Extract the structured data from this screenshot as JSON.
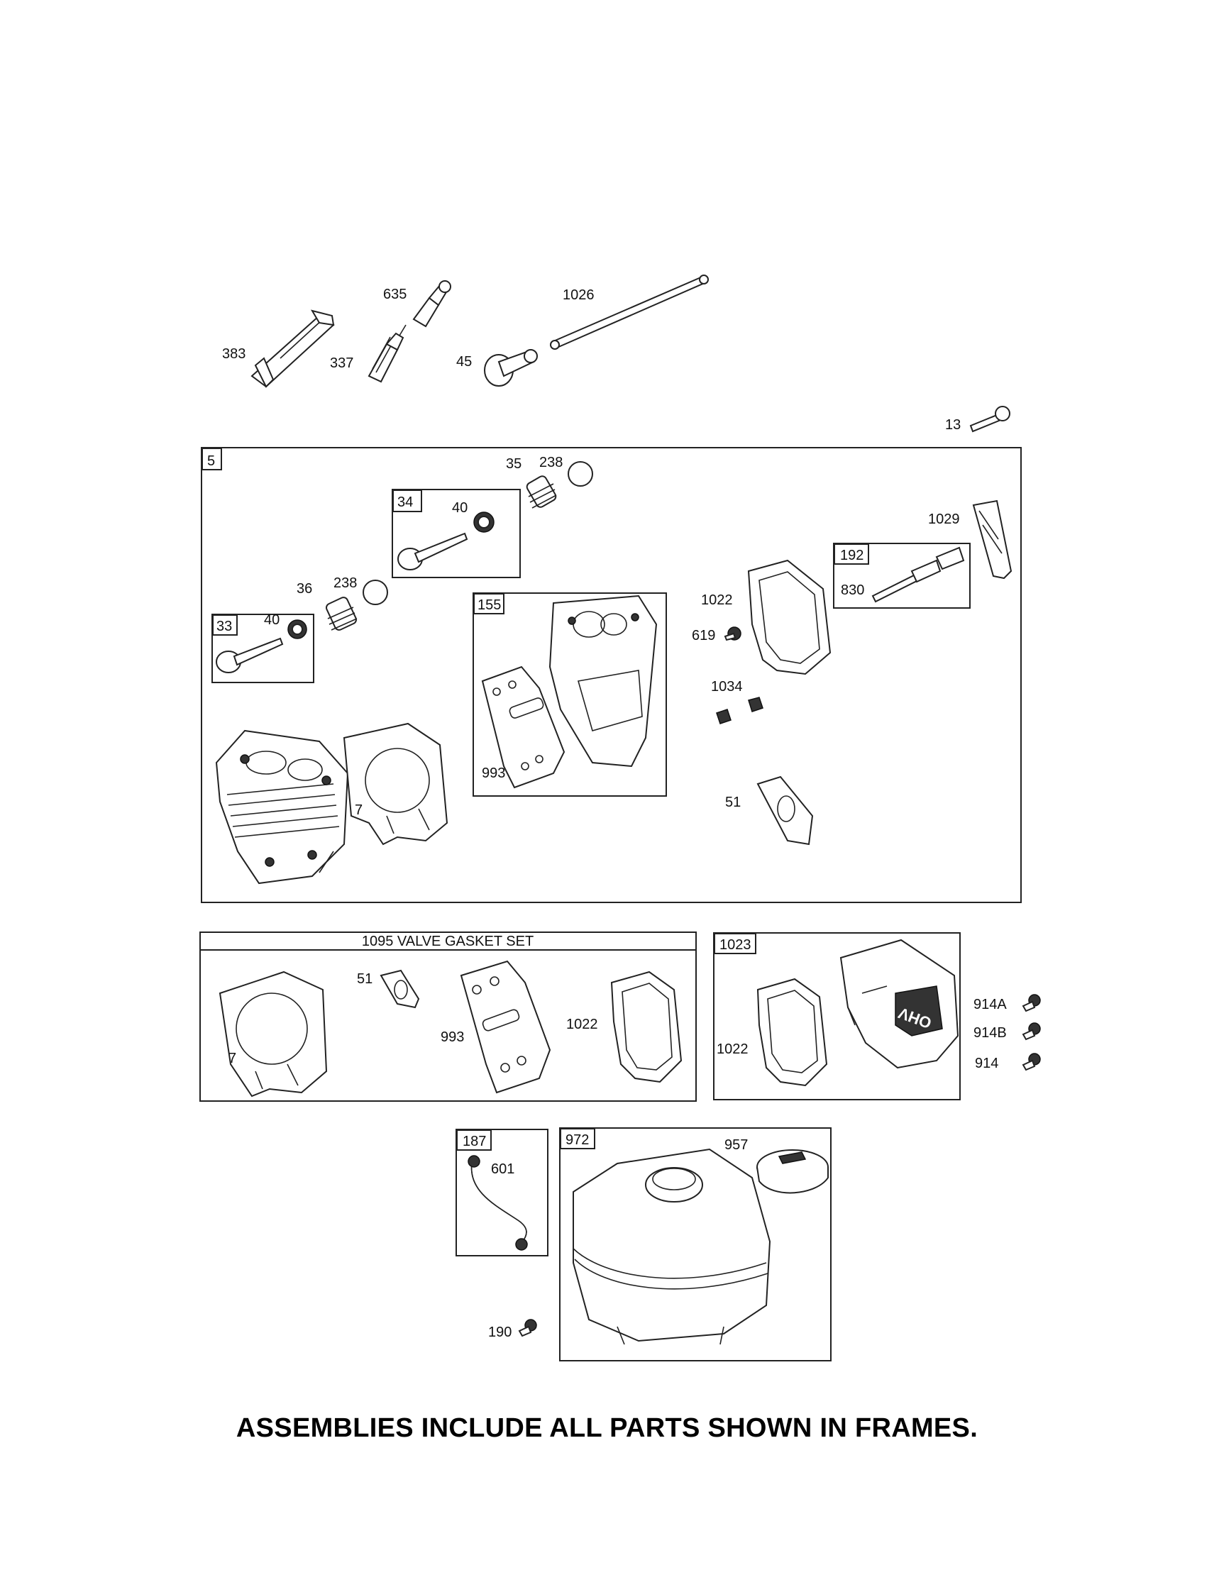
{
  "parts": {
    "p383": "383",
    "p635": "635",
    "p337": "337",
    "p1026": "1026",
    "p45": "45",
    "p13": "13",
    "p35": "35",
    "p238a": "238",
    "p40a": "40",
    "p36": "36",
    "p238b": "238",
    "p40b": "40",
    "p7": "7",
    "p993": "993",
    "p1022a": "1022",
    "p619": "619",
    "p1034": "1034",
    "p51": "51",
    "p1029": "1029",
    "p830": "830",
    "g51": "51",
    "g7": "7",
    "g993": "993",
    "g1022": "1022",
    "c1022": "1022",
    "p914A": "914A",
    "p914B": "914B",
    "p914": "914",
    "p601": "601",
    "p190": "190",
    "p957": "957",
    "cover_emblem": "OHV"
  },
  "frames": {
    "f5": "5",
    "f34": "34",
    "f33": "33",
    "f155": "155",
    "f192": "192",
    "f1023": "1023",
    "f187": "187",
    "f972": "972",
    "f1095_title": "1095 VALVE GASKET SET"
  },
  "footer": "ASSEMBLIES INCLUDE ALL PARTS SHOWN IN FRAMES."
}
